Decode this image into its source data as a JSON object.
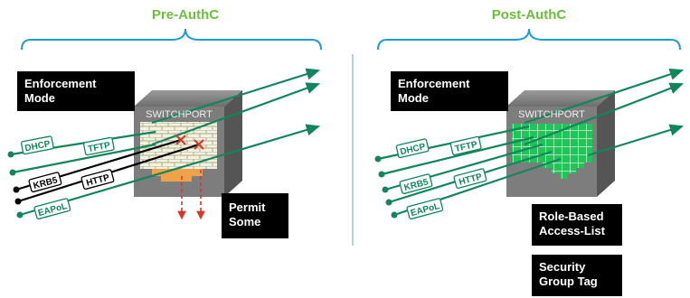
{
  "colors": {
    "accent_blue": "#1e9bd7",
    "title_green": "#6bbf3a",
    "arrow_green": "#11865a",
    "grid_green": "#22c45a",
    "deny_red": "#d9362b",
    "permit_orange": "#e0561b",
    "box_black": "#000000"
  },
  "left_panel": {
    "title": "Pre-AuthC",
    "mode_label": [
      "Enforcement",
      "Mode"
    ],
    "switch_label": "SWITCHPORT",
    "protocols": [
      "DHCP",
      "TFTP",
      "KRB5",
      "HTTP",
      "EAPoL"
    ],
    "callout": [
      "Permit",
      "Some"
    ]
  },
  "right_panel": {
    "title": "Post-AuthC",
    "mode_label": [
      "Enforcement",
      "Mode"
    ],
    "switch_label": "SWITCHPORT",
    "protocols": [
      "DHCP",
      "TFTP",
      "KRB5",
      "HTTP",
      "EAPoL"
    ],
    "callout_1": [
      "Role-Based",
      "Access-List"
    ],
    "callout_2": [
      "Security",
      "Group Tag"
    ]
  }
}
